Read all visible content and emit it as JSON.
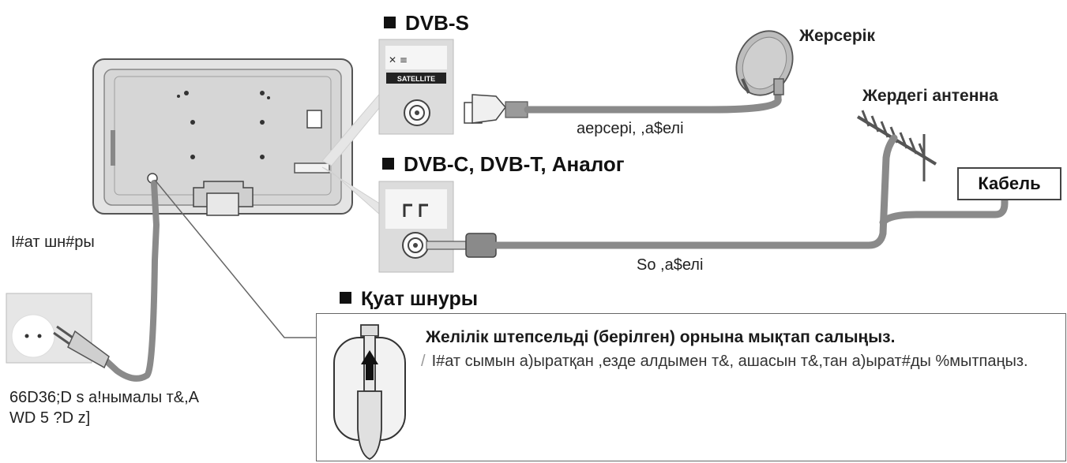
{
  "sections": {
    "dvbs_header": "DVB-S",
    "dvbc_header": "DVB-C, DVB-T, Аналог",
    "power_header": "Қуат шнуры"
  },
  "labels": {
    "satellite_dish": "Жерсерік",
    "ground_antenna": "Жердегі антенна",
    "cable": "Кабель",
    "satellite_cable": "аерсері, ,а$елі",
    "rf_cable": "So ,а$елі",
    "power_cord": "I#ат шн#ры",
    "outlet_line1": "66D36;D s а!нымалы т&,А",
    "outlet_line2": "WD 5 ?D z]"
  },
  "port_labels": {
    "satellite_badge": "SATELLITE"
  },
  "power_note": {
    "title": "Желілік штепсельді (берілген) орнына мықтап салыңыз.",
    "text": "I#ат сымын а)ыратқан ,езде алдымен т&, ашасын т&,тан а)ырат#ды %мытпаңыз."
  },
  "colors": {
    "cable": "#8a8a8a",
    "tv_back": "#d4d4d4",
    "port_panel": "#dcdcdc"
  }
}
